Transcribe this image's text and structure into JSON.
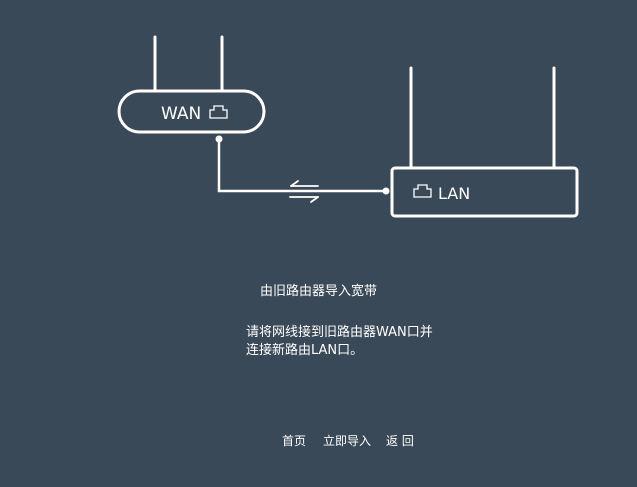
{
  "colors": {
    "background": "#394957",
    "foreground": "#ffffff"
  },
  "diagram": {
    "old_router": {
      "port_label": "WAN",
      "port_icon": "ethernet-port-icon"
    },
    "new_router": {
      "port_label": "LAN",
      "port_icon": "ethernet-port-icon"
    },
    "transfer_icon": "bidirectional-arrows-icon"
  },
  "main": {
    "title": "由旧路由器导入宽带",
    "instruction_line1": "请将网线接到旧路由器WAN口并",
    "instruction_line2": "连接新路由LAN口。"
  },
  "nav": {
    "home_label": "首页",
    "import_label": "立即导入",
    "back_label": "返 回"
  }
}
